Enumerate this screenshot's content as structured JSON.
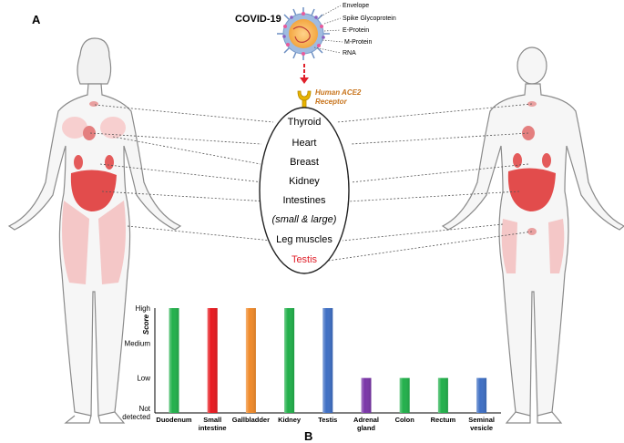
{
  "panel_a_label": "A",
  "panel_b_label": "B",
  "virus": {
    "title": "COVID-19",
    "parts": [
      "Envelope",
      "Spike Glycoprotein",
      "E-Protein",
      "M-Protein",
      "RNA"
    ]
  },
  "receptor": {
    "line1": "Human ACE2",
    "line2": "Receptor"
  },
  "organs": [
    {
      "label": "Thyroid",
      "color": "#000000",
      "italic": false
    },
    {
      "label": "Heart",
      "color": "#000000",
      "italic": false
    },
    {
      "label": "Breast",
      "color": "#000000",
      "italic": false
    },
    {
      "label": "Kidney",
      "color": "#000000",
      "italic": false
    },
    {
      "label": "Intestines",
      "color": "#000000",
      "italic": false
    },
    {
      "label": "(small & large)",
      "color": "#000000",
      "italic": true
    },
    {
      "label": "Leg muscles",
      "color": "#000000",
      "italic": false
    },
    {
      "label": "Testis",
      "color": "#e0202a",
      "italic": false
    }
  ],
  "chart_data": {
    "type": "bar",
    "ylabel": "Score",
    "yticks": [
      "Not detected",
      "Low",
      "Medium",
      "High"
    ],
    "ylim": [
      0,
      3
    ],
    "categories": [
      "Duodenum",
      "Small intestine",
      "Gallbladder",
      "Kidney",
      "Testis",
      "Adrenal gland",
      "Colon",
      "Rectum",
      "Seminal vesicle"
    ],
    "values": [
      3,
      3,
      3,
      3,
      3,
      1,
      1,
      1,
      1
    ],
    "colors": [
      "#22b04b",
      "#e8191f",
      "#f08a2a",
      "#22b04b",
      "#3f6fc4",
      "#7a35a8",
      "#22b04b",
      "#22b04b",
      "#3f6fc4"
    ]
  }
}
